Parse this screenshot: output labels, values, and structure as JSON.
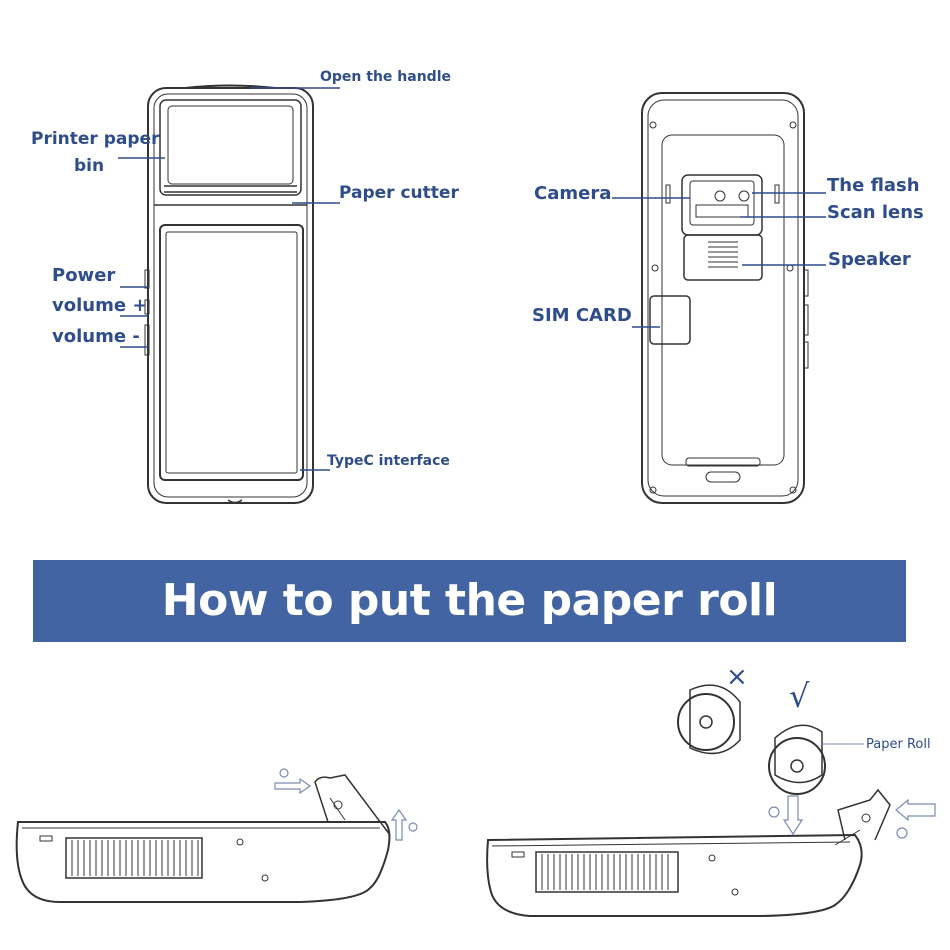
{
  "front_labels": {
    "open_handle": "Open the handle",
    "printer_bin_line1": "Printer paper",
    "printer_bin_line2": "bin",
    "paper_cutter": "Paper cutter",
    "power": "Power",
    "volume_up": "volume +",
    "volume_down": "volume -",
    "typec": "TypeC interface"
  },
  "back_labels": {
    "camera": "Camera",
    "flash": "The flash",
    "scan_lens": "Scan lens",
    "speaker": "Speaker",
    "sim_card": "SIM CARD"
  },
  "banner": {
    "title": "How to put the paper roll"
  },
  "steps": {
    "wrong_mark": "×",
    "right_mark": "√",
    "paper_roll_label": "Paper Roll"
  },
  "colors": {
    "accent": "#2f4d8a",
    "banner_bg": "#4264a3",
    "banner_text": "#ffffff",
    "line_art": "#333333"
  }
}
